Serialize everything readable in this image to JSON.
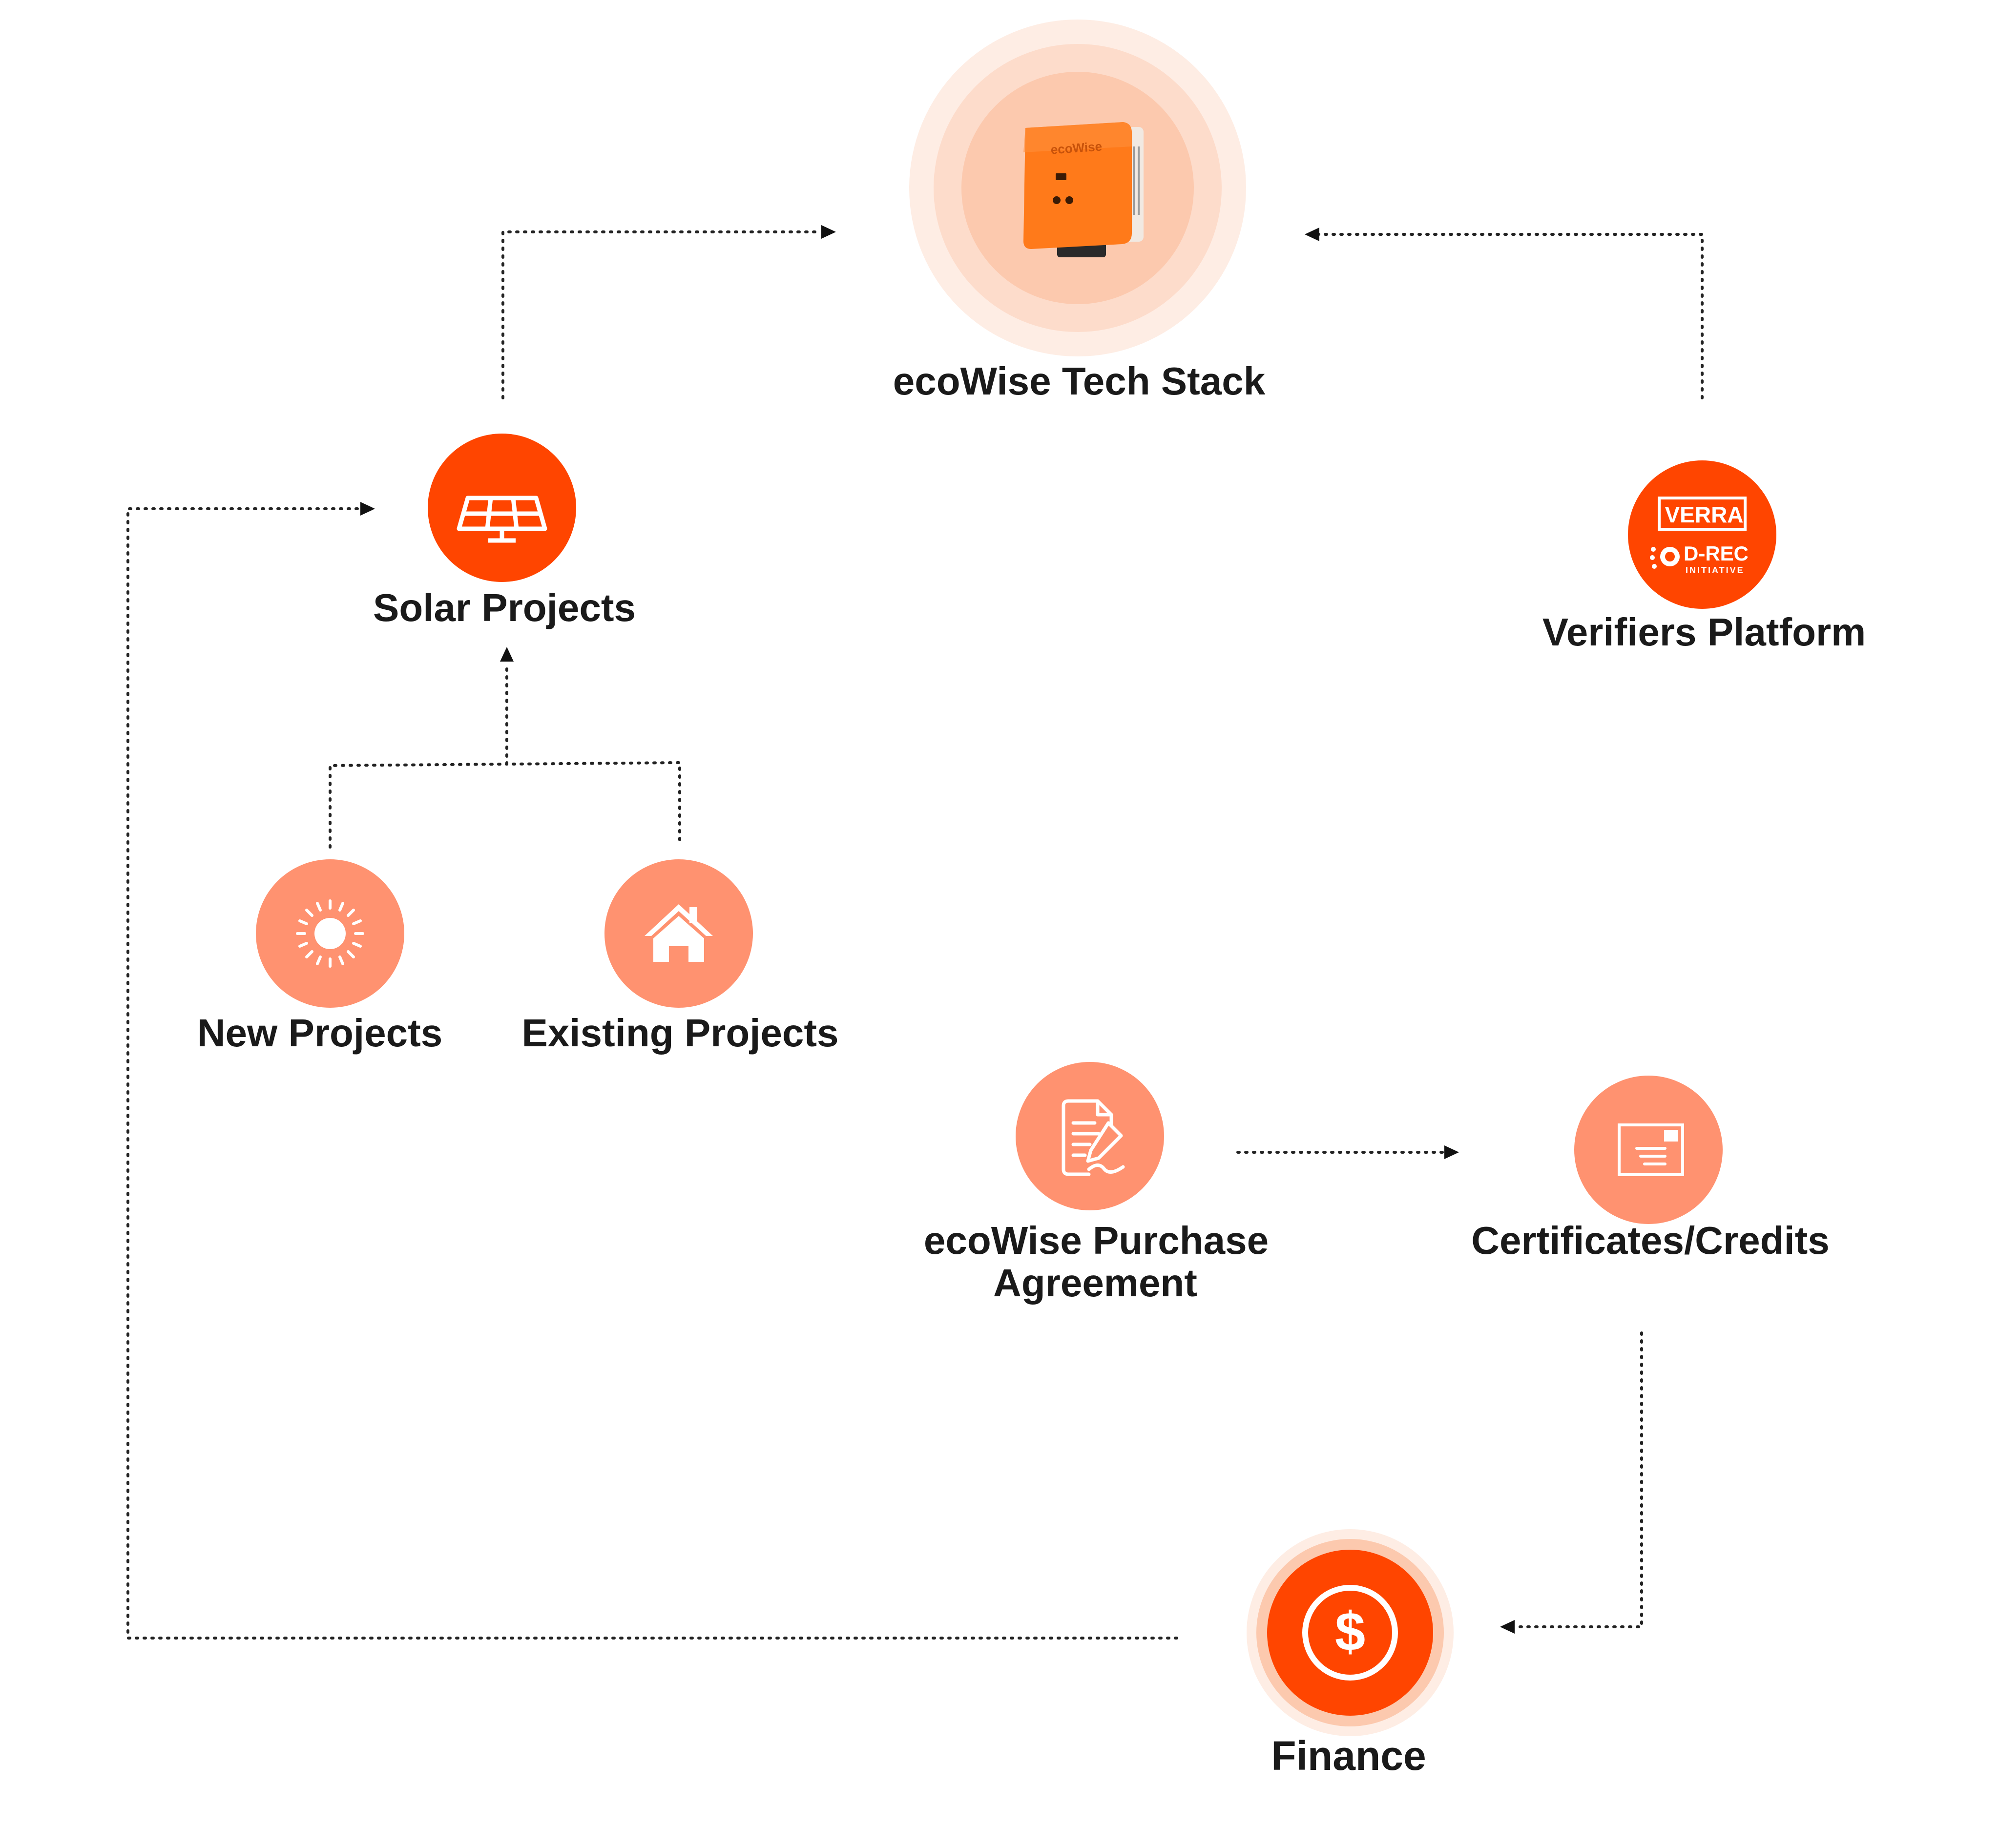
{
  "colors": {
    "primary": "#FF4500",
    "light": "#FF9270",
    "halo_outer": "#FEEDE4",
    "halo_mid": "#FDDCCB",
    "halo_inner": "#FCC9AE",
    "device_body": "#FF7A1A",
    "connector": "#222222",
    "label": "#1a1a1a"
  },
  "nodes": {
    "tech_stack": {
      "label": "ecoWise Tech Stack",
      "icon": "inverter-device-icon",
      "device_brand": "ecoWise"
    },
    "solar_projects": {
      "label": "Solar Projects",
      "icon": "solar-panel-icon"
    },
    "verifiers": {
      "label": "Verifiers Platform",
      "icon": "verra-drec-logo",
      "logo_text_1": "VERRA",
      "logo_text_2": "D-REC",
      "logo_text_3": "INITIATIVE"
    },
    "new_projects": {
      "label": "New Projects",
      "icon": "sun-icon"
    },
    "existing_projects": {
      "label": "Existing Projects",
      "icon": "house-icon"
    },
    "purchase_agreement": {
      "label_line1": "ecoWise Purchase",
      "label_line2": "Agreement",
      "icon": "document-sign-icon"
    },
    "certificates": {
      "label": "Certificates/Credits",
      "icon": "certificate-envelope-icon"
    },
    "finance": {
      "label": "Finance",
      "icon": "dollar-coin-icon"
    }
  }
}
